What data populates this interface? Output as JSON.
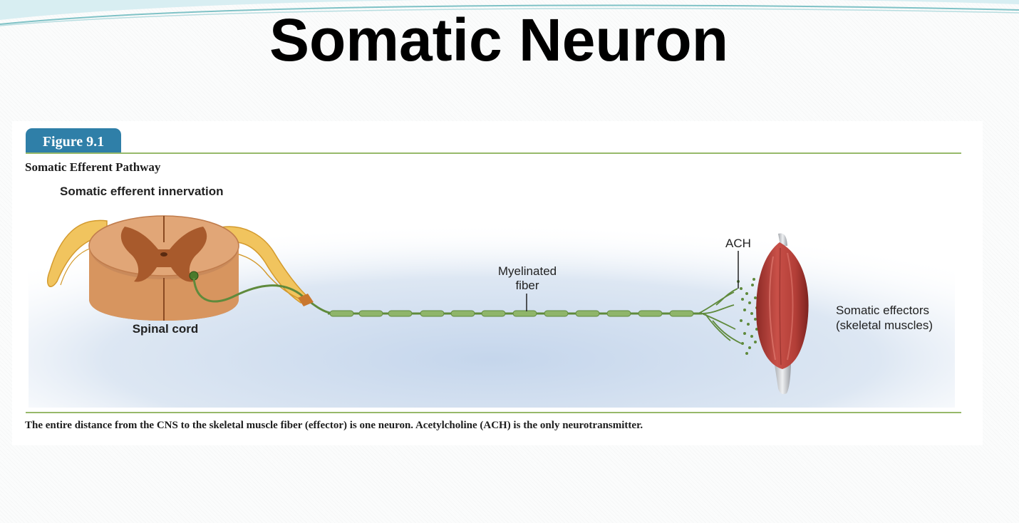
{
  "slide": {
    "title": "Somatic Neuron"
  },
  "figure": {
    "tab_label": "Figure 9.1",
    "heading": "Somatic Efferent Pathway",
    "subheading": "Somatic efferent innervation",
    "caption": "The entire distance from the CNS to the skeletal muscle fiber (effector) is one neuron. Acetylcholine (ACH) is the only neurotransmitter."
  },
  "labels": {
    "spinal_cord": "Spinal cord",
    "myelinated_line1": "Myelinated",
    "myelinated_line2": "fiber",
    "ach": "ACH",
    "effectors_line1": "Somatic effectors",
    "effectors_line2": "(skeletal muscles)"
  },
  "colors": {
    "tab": "#2f7fa8",
    "rule": "#97b96a",
    "axon": "#5f8a3c",
    "myelin": "#8fb56a",
    "gray_matter": "#a85a2c",
    "white_matter": "#e1a677",
    "nerve_roots": "#f1c45e",
    "muscle": "#b94038",
    "background_glow": "#c9d8ec"
  }
}
